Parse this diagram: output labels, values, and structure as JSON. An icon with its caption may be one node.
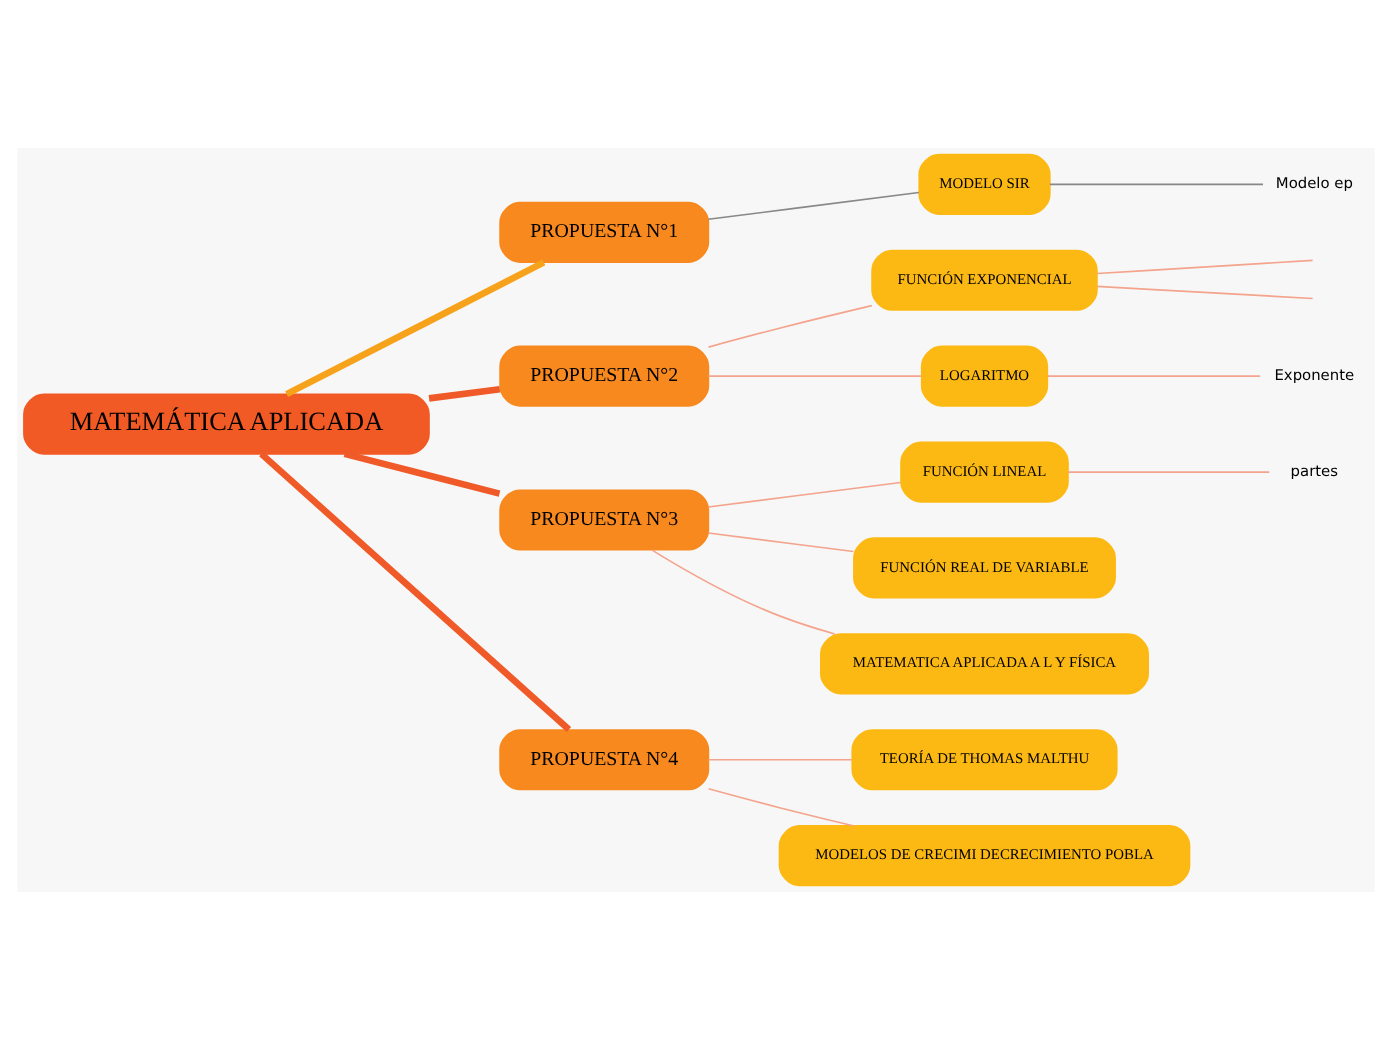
{
  "diagram": {
    "nodes": [
      {
        "text": [
          "MATEMÁTICA APLICADA"
        ]
      },
      {
        "text": [
          "PROPUESTA N°1"
        ]
      },
      {
        "text": [
          "MODELO SIR"
        ]
      },
      {
        "text": [
          "Modelo ep"
        ]
      },
      {
        "text": [
          "PROPUESTA N°2"
        ]
      },
      {
        "text": [
          "FUNCIÓN EXPONENCIAL"
        ]
      },
      {
        "text": [
          "LOGARITMO"
        ]
      },
      {
        "text": [
          "Exponente"
        ]
      },
      {
        "text": [
          "PROPUESTA N°3"
        ]
      },
      {
        "text": [
          "FUNCIÓN LINEAL"
        ]
      },
      {
        "text": [
          "partes"
        ]
      },
      {
        "text": [
          "FUNCIÓN REAL DE VARIABLE"
        ]
      },
      {
        "text": [
          "MATEMATICA APLICADA A L Y FÍSICA"
        ]
      },
      {
        "text": [
          "PROPUESTA N°4"
        ]
      },
      {
        "text": [
          "TEORÍA DE THOMAS MALTHU"
        ]
      },
      {
        "text": [
          "MODELOS DE CRECIMI DECRECIMIENTO POBLA"
        ]
      }
    ],
    "edges": [
      {
        "from": 0,
        "to": 1,
        "arrow": "none",
        "style": "thick",
        "color": "#f7a21b"
      },
      {
        "from": 1,
        "to": 2,
        "arrow": "none",
        "color": "#888888"
      },
      {
        "from": 2,
        "to": 3,
        "arrow": "none",
        "color": "#888888"
      },
      {
        "from": 0,
        "to": 4,
        "arrow": "none",
        "style": "thick",
        "color": "#ef5a28"
      },
      {
        "from": 4,
        "to": 5,
        "arrow": "none"
      },
      {
        "from": 5,
        "to": null,
        "arrow": "none"
      },
      {
        "from": 5,
        "to": null,
        "arrow": "none"
      },
      {
        "from": 4,
        "to": 6,
        "arrow": "none"
      },
      {
        "from": 6,
        "to": 7,
        "arrow": "none"
      },
      {
        "from": 0,
        "to": 8,
        "arrow": "none",
        "style": "thick",
        "color": "#ef5a28"
      },
      {
        "from": 8,
        "to": 9,
        "arrow": "none"
      },
      {
        "from": 9,
        "to": 10,
        "arrow": "none"
      },
      {
        "from": 8,
        "to": 11,
        "arrow": "none"
      },
      {
        "from": 8,
        "to": 12,
        "arrow": "none"
      },
      {
        "from": 0,
        "to": 13,
        "arrow": "none",
        "style": "thick",
        "color": "#ef5a28"
      },
      {
        "from": 13,
        "to": 14,
        "arrow": "none"
      },
      {
        "from": 13,
        "to": 15,
        "arrow": "none"
      }
    ]
  }
}
